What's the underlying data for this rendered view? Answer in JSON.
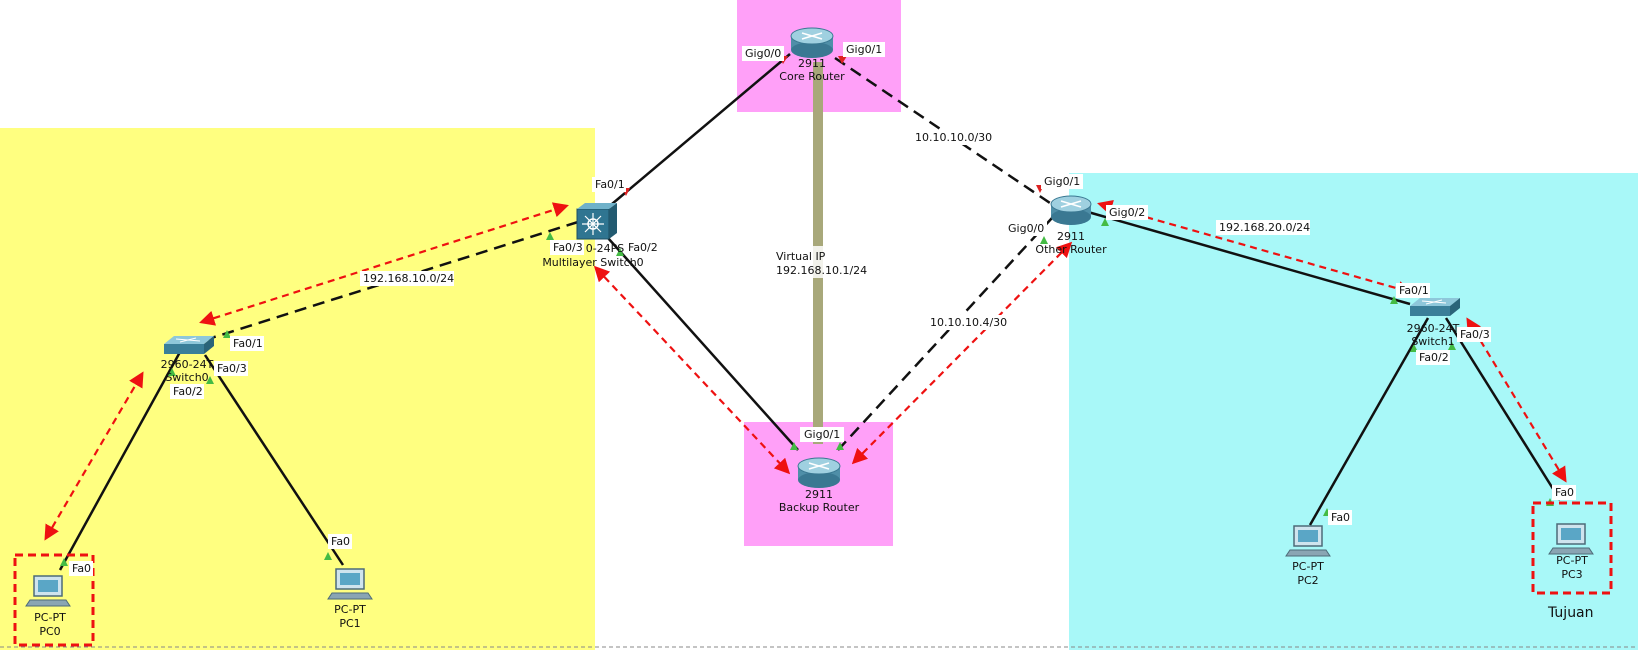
{
  "colors": {
    "zone_yellow": "#ffff80",
    "zone_cyan": "#a8f8f8",
    "zone_pink": "#ffa0f8",
    "cable": "#111111",
    "path_arrow": "#ee1111",
    "link_up": "#44bb44",
    "link_down": "#dd2222",
    "virtual_ip_bar": "#a8a87a"
  },
  "devices": {
    "core_router": {
      "model": "2911",
      "name": "Core Router",
      "icon": "router-icon"
    },
    "backup_router": {
      "model": "2911",
      "name": "Backup Router",
      "icon": "router-icon"
    },
    "other_router": {
      "model": "2911",
      "name": "Other Router",
      "icon": "router-icon"
    },
    "multilayer_switch": {
      "model": "0-24PS",
      "name": "Multilayer Switch0",
      "icon": "multilayer-switch-icon"
    },
    "switch0": {
      "model": "2960-24T",
      "name": "Switch0",
      "icon": "switch-icon"
    },
    "switch1": {
      "model": "2960-24T",
      "name": "Switch1",
      "icon": "switch-icon"
    },
    "pc0": {
      "model": "PC-PT",
      "name": "PC0",
      "icon": "pc-icon"
    },
    "pc1": {
      "model": "PC-PT",
      "name": "PC1",
      "icon": "pc-icon"
    },
    "pc2": {
      "model": "PC-PT",
      "name": "PC2",
      "icon": "pc-icon"
    },
    "pc3": {
      "model": "PC-PT",
      "name": "PC3",
      "icon": "pc-icon"
    }
  },
  "ports": {
    "core_gig00": "Gig0/0",
    "core_gig01": "Gig0/1",
    "mls_fa01": "Fa0/1",
    "mls_fa03": "Fa0/3",
    "mls_fa02": "Fa0/2",
    "other_gig01": "Gig0/1",
    "other_gig00": "Gig0/0",
    "other_gig02": "Gig0/2",
    "backup_gig01": "Gig0/1",
    "sw0_fa01": "Fa0/1",
    "sw0_fa03": "Fa0/3",
    "sw0_fa02": "Fa0/2",
    "sw1_fa01": "Fa0/1",
    "sw1_fa03": "Fa0/3",
    "sw1_fa02": "Fa0/2",
    "pc0_fa0": "Fa0",
    "pc1_fa0": "Fa0",
    "pc2_fa0": "Fa0",
    "pc3_fa0": "Fa0"
  },
  "networks": {
    "net_10_0": "10.10.10.0/30",
    "net_10_4": "10.10.10.4/30",
    "net_192_10": "192.168.10.0/24",
    "net_192_20": "192.168.20.0/24"
  },
  "virtual_ip": {
    "line1": "Virtual IP",
    "line2": "192.168.10.1/24"
  },
  "destination_label": "Tujuan"
}
